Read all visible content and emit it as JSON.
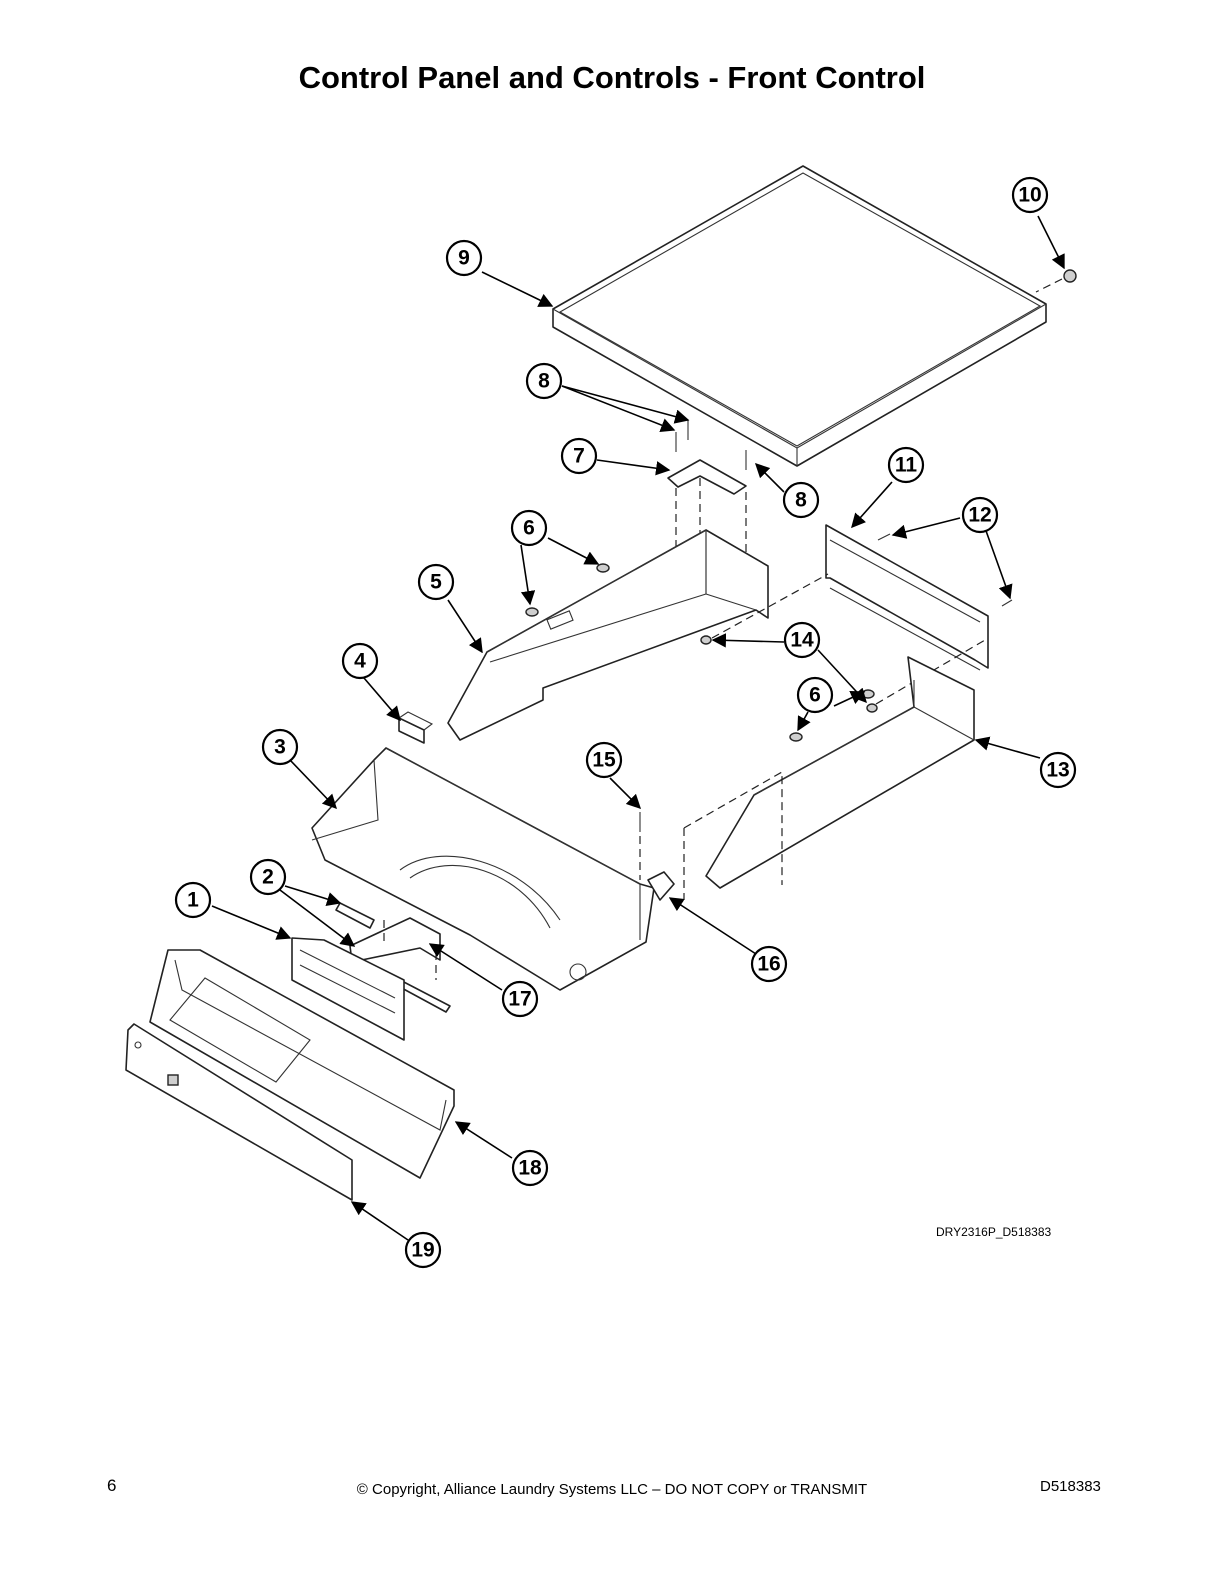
{
  "page": {
    "title": "Control Panel and Controls - Front Control",
    "drawing_id": "DRY2316P_D518383",
    "page_number": "6",
    "copyright": "© Copyright, Alliance Laundry Systems LLC – DO NOT COPY or TRANSMIT",
    "document_number": "D518383"
  },
  "callouts": [
    "1",
    "2",
    "3",
    "4",
    "5",
    "6",
    "6",
    "7",
    "8",
    "8",
    "9",
    "10",
    "11",
    "12",
    "13",
    "14",
    "15",
    "16",
    "17",
    "18",
    "19"
  ]
}
